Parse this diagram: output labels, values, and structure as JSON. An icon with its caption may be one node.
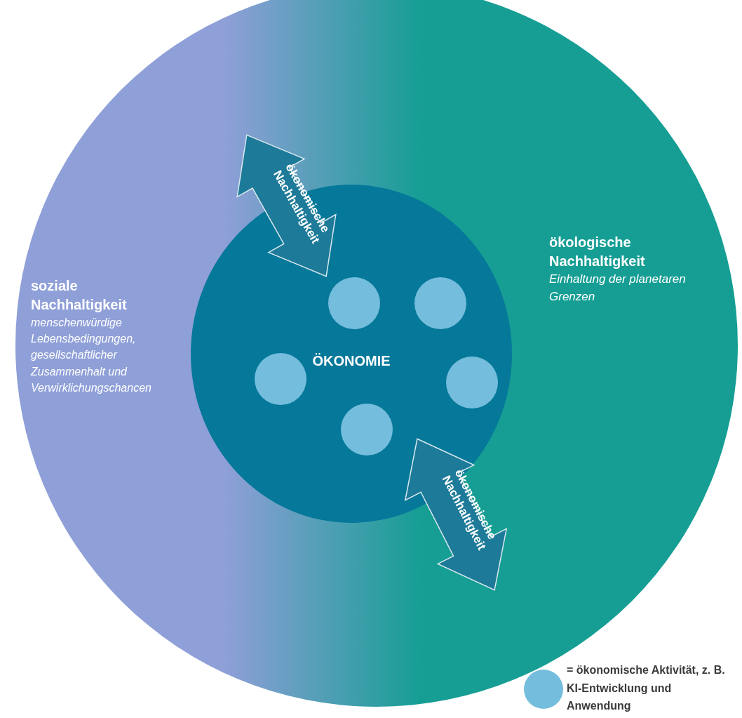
{
  "diagram": {
    "nodes": [
      {
        "text": [],
        "shape": "circle"
      },
      {
        "text": [
          "soziale Nachhaltigkeit",
          "menschenwürdige Lebensbedingungen, gesellschaftlicher Zusammenhalt und Verwirklichungschancen"
        ],
        "in": 0
      },
      {
        "text": [
          "ökologische Nachhaltigkeit",
          "Einhaltung der planetaren Grenzen"
        ],
        "in": 0
      },
      {
        "text": [
          "ÖKONOMIE"
        ],
        "in": 0
      },
      {
        "text": [],
        "shape": "circle",
        "in": 3
      },
      {
        "text": [],
        "shape": "circle",
        "in": 3
      },
      {
        "text": [],
        "shape": "circle",
        "in": 3
      },
      {
        "text": [],
        "shape": "circle",
        "in": 3
      },
      {
        "text": [],
        "shape": "circle",
        "in": 3
      },
      {
        "text": [
          "ökonomische Nachhaltigkeit"
        ],
        "in": 0
      },
      {
        "text": [
          "ökonomische Nachhaltigkeit"
        ],
        "in": 0
      }
    ],
    "legend": [
      {
        "text": "= ökonomische Aktivität, z. B. KI-Entwicklung und Anwendung",
        "color": "#74bddd"
      }
    ]
  }
}
